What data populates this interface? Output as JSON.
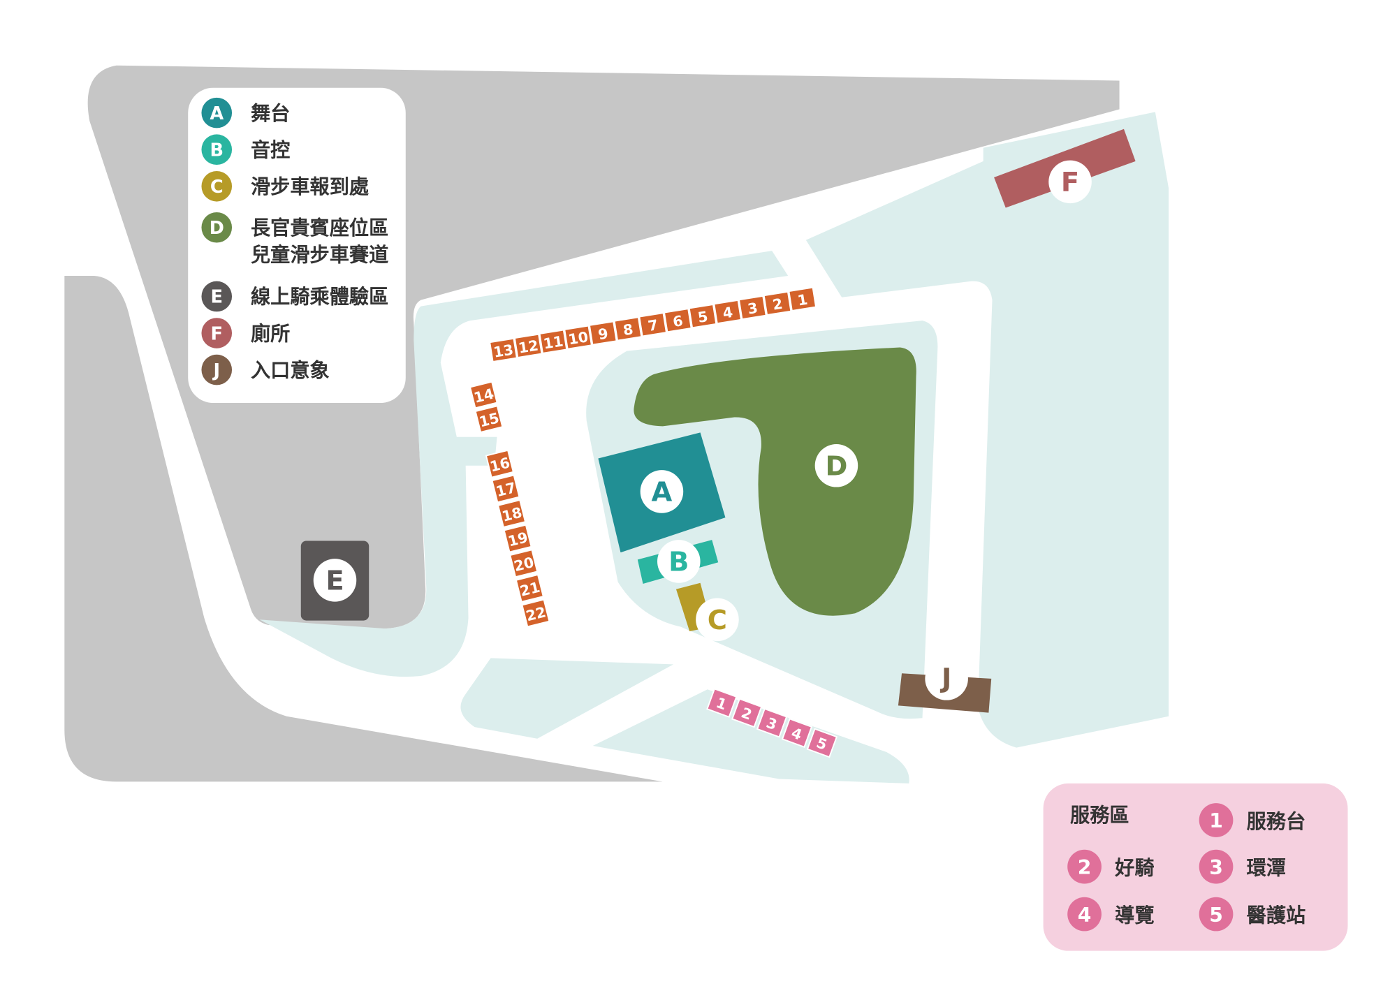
{
  "legend": {
    "items": [
      {
        "key": "A",
        "label": "舞台",
        "color": "#218f94"
      },
      {
        "key": "B",
        "label": "音控",
        "color": "#2ab5a0"
      },
      {
        "key": "C",
        "label": "滑步車報到處",
        "color": "#b69b27"
      },
      {
        "key": "D",
        "label": "長官貴賓座位區",
        "label2": "兒童滑步車賽道",
        "color": "#6a8a48"
      },
      {
        "key": "E",
        "label": "線上騎乘體驗區",
        "color": "#5a5757"
      },
      {
        "key": "F",
        "label": "廁所",
        "color": "#b05e60"
      },
      {
        "key": "J",
        "label": "入口意象",
        "color": "#7d5f4a"
      }
    ]
  },
  "service": {
    "title": "服務區",
    "items": [
      {
        "num": "1",
        "label": "服務台"
      },
      {
        "num": "2",
        "label": "好騎"
      },
      {
        "num": "3",
        "label": "環潭"
      },
      {
        "num": "4",
        "label": "導覽"
      },
      {
        "num": "5",
        "label": "醫護站"
      }
    ],
    "color": "#e0709a"
  },
  "booths": {
    "top_row": [
      "1",
      "2",
      "3",
      "4",
      "5",
      "6",
      "7",
      "8",
      "9",
      "10",
      "11",
      "12",
      "13"
    ],
    "left_pair": [
      "14",
      "15"
    ],
    "left_column": [
      "16",
      "17",
      "18",
      "19",
      "20",
      "21",
      "22"
    ],
    "service_row": [
      "1",
      "2",
      "3",
      "4",
      "5"
    ],
    "color": "#d4622a"
  },
  "zones": {
    "A": "A",
    "B": "B",
    "C": "C",
    "D": "D",
    "E": "E",
    "F": "F",
    "J": "J"
  }
}
